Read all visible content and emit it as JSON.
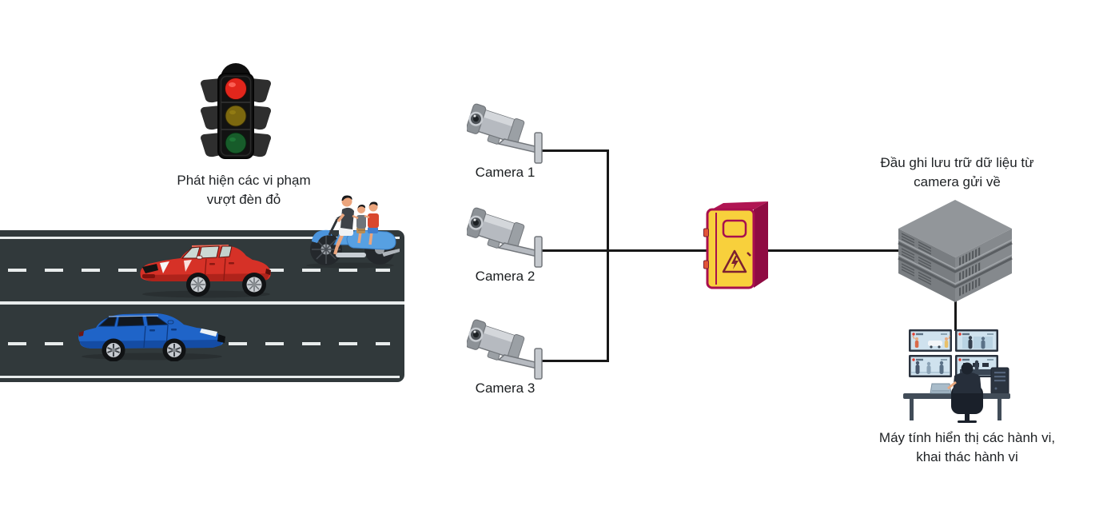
{
  "diagram": {
    "traffic_caption_line1": "Phát hiện các vi phạm",
    "traffic_caption_line2": "vượt đèn đỏ",
    "cameras": [
      {
        "label": "Camera 1"
      },
      {
        "label": "Camera 2"
      },
      {
        "label": "Camera 3"
      }
    ],
    "recorder_caption_line1": "Đầu ghi lưu trữ dữ liệu từ",
    "recorder_caption_line2": "camera gửi về",
    "workstation_caption_line1": "Máy tính hiển thị các hành vi,",
    "workstation_caption_line2": "khai thác hành vi",
    "colors": {
      "background": "#ffffff",
      "road": "#31393b",
      "lane_marking": "#e8ecec",
      "connector": "#181818",
      "traffic_red": "#e2261c",
      "traffic_yellow_dim": "#7c680f",
      "traffic_green_dim": "#175c2a",
      "red_car": "#d63127",
      "blue_car": "#1f64c8",
      "motorbike_blue": "#57a0e2",
      "camera_gray": "#b6bac0",
      "junction_yellow": "#f8d03c",
      "junction_crimson": "#a80f4e",
      "server_gray": "#85898d",
      "monitor_screen_blue": "#cfe2ee"
    }
  }
}
